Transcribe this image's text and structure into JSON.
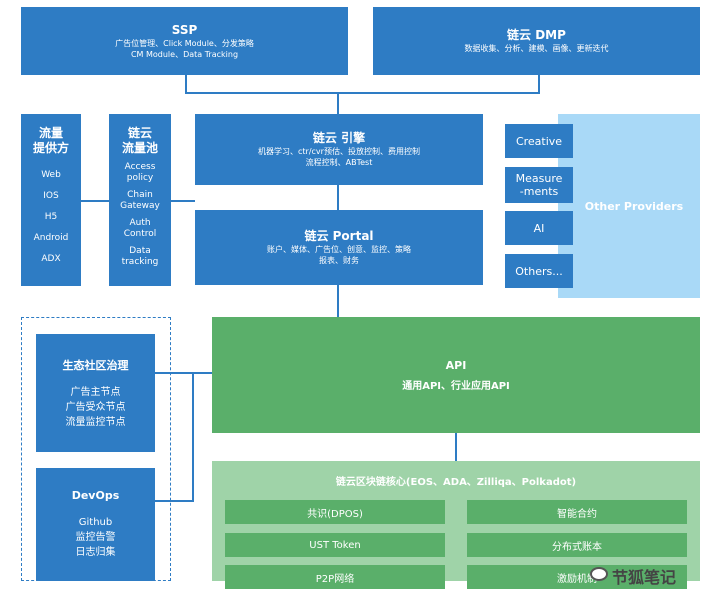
{
  "ssp": {
    "title": "SSP",
    "line1": "广告位管理、Click Module、分发策略",
    "line2": "CM Module、Data Tracking"
  },
  "dmp": {
    "title": "链云 DMP",
    "line1": "数据收集、分析、建模、画像、更新迭代"
  },
  "traffic": {
    "title1": "流量",
    "title2": "提供方",
    "items": [
      "Web",
      "IOS",
      "H5",
      "Android",
      "ADX"
    ]
  },
  "pool": {
    "title1": "链云",
    "title2": "流量池",
    "items": [
      "Access policy",
      "Chain Gateway",
      "Auth Control",
      "Data tracking"
    ]
  },
  "engine": {
    "title": "链云 引擎",
    "line1": "机器学习、ctr/cvr预估、投放控制、费用控制",
    "line2": "流程控制、ABTest"
  },
  "portal": {
    "title": "链云 Portal",
    "line1": "账户、媒体、广告位、创意、监控、策略",
    "line2": "报表、财务"
  },
  "providers": {
    "label": "Other Providers",
    "items": [
      "Creative",
      "Measure -ments",
      "AI",
      "Others..."
    ]
  },
  "eco": {
    "title": "生态社区治理",
    "items": [
      "广告主节点",
      "广告受众节点",
      "流量监控节点"
    ]
  },
  "devops": {
    "title": "DevOps",
    "items": [
      "Github",
      "监控告警",
      "日志归集"
    ]
  },
  "api": {
    "title": "API",
    "sub": "通用API、行业应用API"
  },
  "chain": {
    "title": "链云区块链核心(EOS、ADA、Zilliqa、Polkadot)",
    "left": [
      "共识(DPOS)",
      "UST Token",
      "P2P网络"
    ],
    "right": [
      "智能合约",
      "分布式账本",
      "激励机制"
    ]
  },
  "watermark": "节狐笔记"
}
